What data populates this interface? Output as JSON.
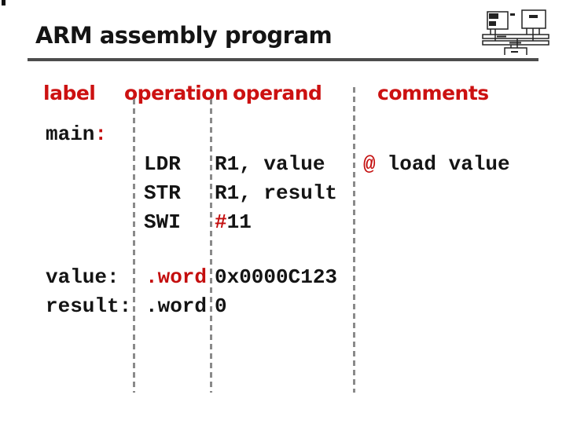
{
  "slide": {
    "title": "ARM assembly program"
  },
  "columns": {
    "label": "label",
    "operation": "operation",
    "operand": "operand",
    "comments": "comments"
  },
  "program": {
    "main_label": "main",
    "main_colon": ":",
    "instructions": [
      {
        "operation": "LDR",
        "operand": "R1, value",
        "comment_marker": "@",
        "comment_text": "load value"
      },
      {
        "operation": "STR",
        "operand": "R1, result"
      },
      {
        "operation": "SWI",
        "operand_marker": "#",
        "operand_rest": "11"
      }
    ],
    "data_declarations": [
      {
        "label": "value:",
        "directive": ".word",
        "value": "0x0000C123"
      },
      {
        "label": "result:",
        "directive": ".word",
        "value": "0"
      }
    ]
  },
  "icon": {
    "name": "computer-architecture-diagram"
  },
  "colors": {
    "header_red": "#cc1111",
    "code_red": "#c40e0e",
    "text_black": "#141414",
    "rule_gray": "#4c4c4c",
    "divider_gray": "#8a8a8a",
    "background": "#ffffff"
  }
}
